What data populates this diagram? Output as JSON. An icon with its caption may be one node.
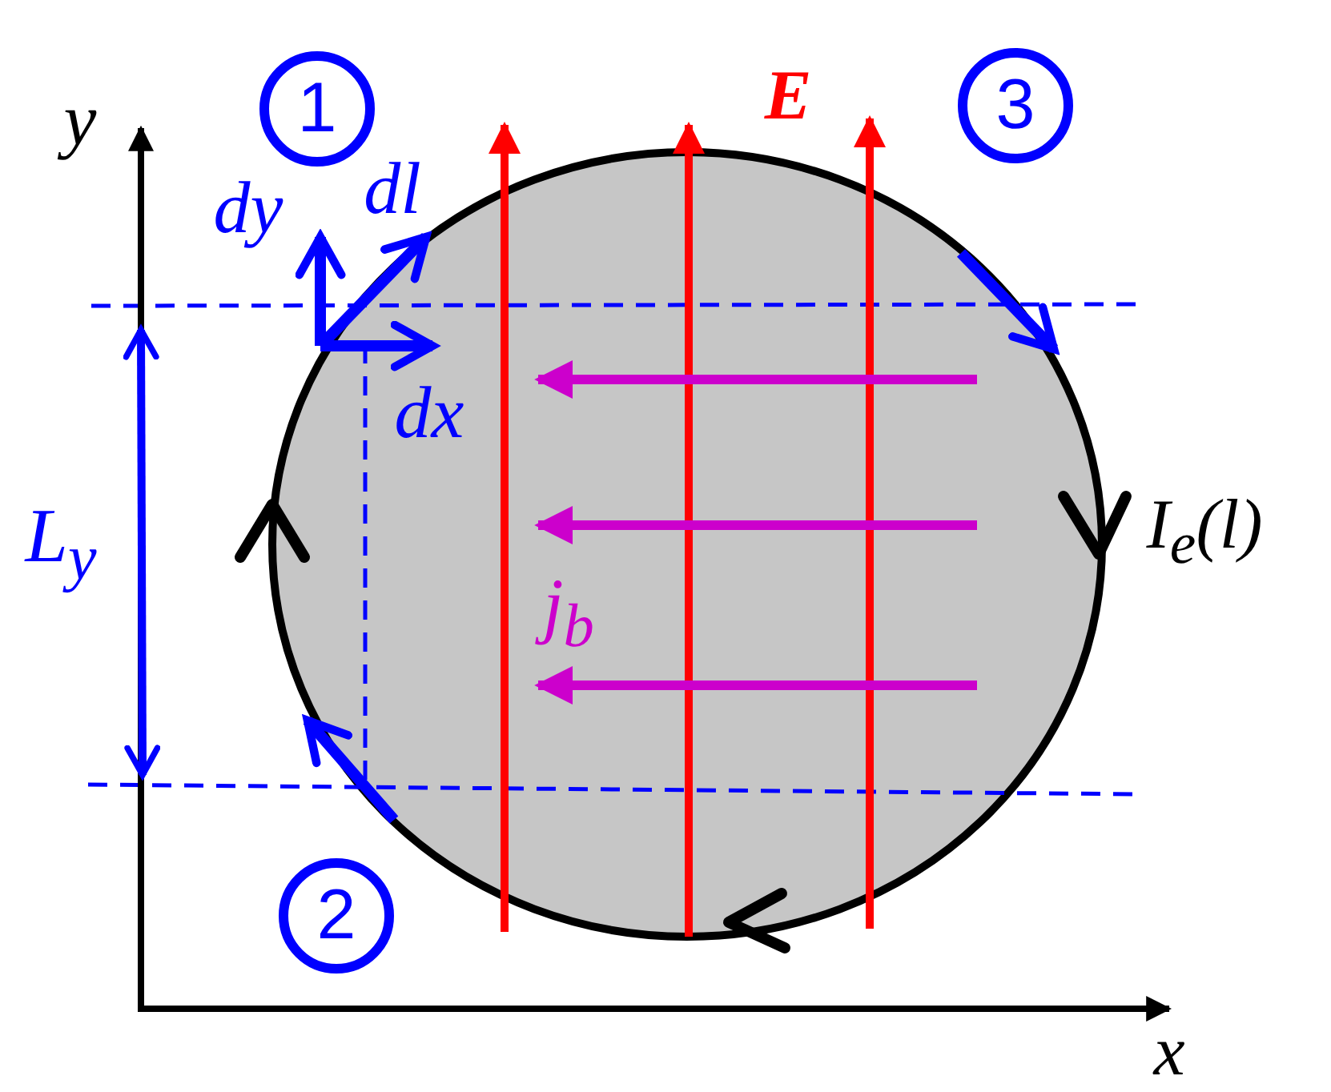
{
  "diagram": {
    "nodes": [
      {
        "text": [
          "1"
        ]
      },
      {
        "text": [
          "3"
        ]
      },
      {
        "text": [
          "2"
        ]
      }
    ],
    "edges": [],
    "labels": [
      "y",
      "E",
      "dy",
      "dl",
      "dx",
      "L$_{y}$",
      "I$_{e}$(l)",
      "j$_{b}$",
      "x"
    ]
  }
}
